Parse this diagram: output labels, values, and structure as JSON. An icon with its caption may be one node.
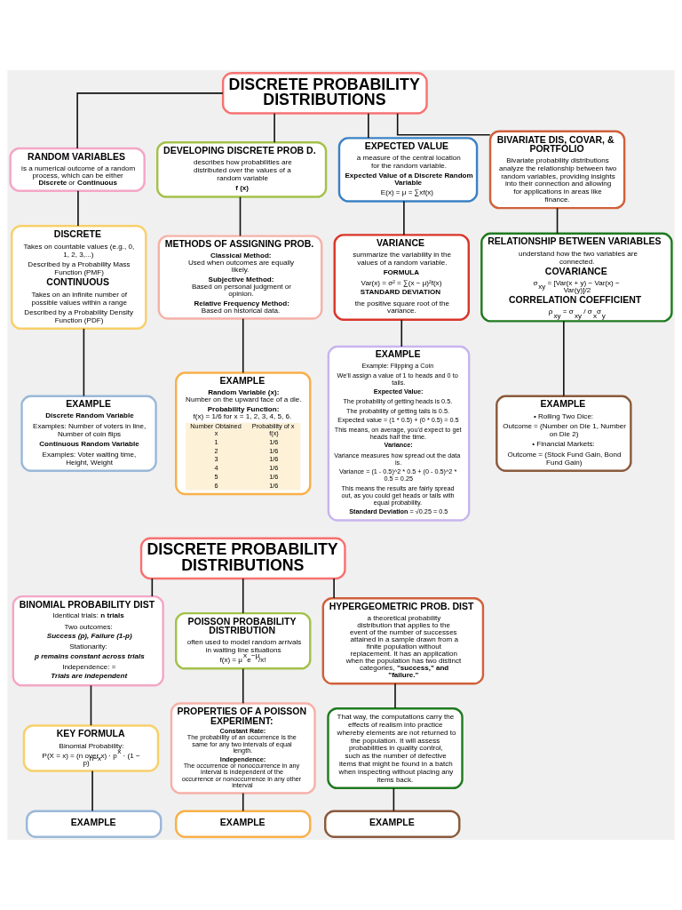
{
  "diagram": {
    "nodes": [
      {
        "text": [
          "DISCRETE PROBABILITY DISTRIBUTIONS"
        ]
      },
      {
        "text": [
          "RANDOM VARIABLES",
          "is a numerical outcome of a random process, which can be either **Discrete** or **Continuous**"
        ]
      },
      {
        "text": [
          "DEVELOPING DISCRETE PROB D.",
          "describes how probabilities are distributed over the values of a random variable",
          "**f (x)**"
        ]
      },
      {
        "text": [
          "EXPECTED VALUE",
          "a measure of the central location for the random variable.",
          "**Expected Value of a Discrete Random Variable**",
          "E(x) = μ = ∑xf(x)"
        ]
      },
      {
        "text": [
          "BIVARIATE DIS, COVAR, & PORTFOLIO",
          "Bivariate probability distributions analyze the relationship between two random variables, providing insights into their connection and allowing for applications in areas like finance."
        ]
      },
      {
        "text": [
          "DISCRETE",
          "Takes on countable values (e.g., 0, 1, 2, 3,...)",
          "Described by a Probability Mass Function (PMF)",
          "CONTINUOUS",
          "Takes on an infinite number of possible values within a range",
          "Described by a Probability Density Function (PDF)"
        ]
      },
      {
        "text": [
          "METHODS OF ASSIGNING PROB.",
          "**Classical Method:** Used when outcomes are equally likely.",
          "**Subjective Method:** Based on personal judgment or opinion.",
          "**Relative Frequency Method:** Based on historical data."
        ]
      },
      {
        "text": [
          "VARIANCE",
          "summarize the variability in the values of a random variable.",
          "**FORMULA**",
          "Var(x) = σ² = ∑(x − μ)²f(x)",
          "**STANDARD DEVIATION**",
          "the positive square root of the variance."
        ]
      },
      {
        "text": [
          "RELATIONSHIP BETWEEN VARIABLES",
          "understand how the two variables are connected.",
          "COVARIANCE",
          "σ$_{xy}$ = [Var(x + y) − Var(x) − Var(y)]/2",
          "CORRELATION COEFFICIENT",
          "ρ$_{xy}$ = σ$_{xy}$ / σ$_{x}$σ$_{y}$"
        ]
      },
      {
        "text": [
          "EXAMPLE",
          "**Discrete Random Variable**",
          "Examples: Number of voters in line, Number of coin flips",
          "**Continuous Random Variable**",
          "Examples: Voter waiting time, Height, Weight"
        ]
      },
      {
        "text": [
          "EXAMPLE",
          "**Random Variable (x):** Number on the upward face of a die.",
          "**Probability Function:** f(x) = 1/6 for x = 1, 2, 3, 4, 5, 6.",
          "Number Obtained x",
          "Probability of x f(x)",
          "1",
          "1/6",
          "2",
          "1/6",
          "3",
          "1/6",
          "4",
          "1/6",
          "5",
          "1/6",
          "6",
          "1/6"
        ]
      },
      {
        "text": [
          "EXAMPLE",
          "Example: Flipping a Coin",
          "We'll assign a value of 1 to heads and 0 to tails.",
          "**Expected Value:**",
          "The probability of getting heads is 0.5.",
          "The probability of getting tails is 0.5.",
          "Expected value = (1 * 0.5) + (0 * 0.5) = 0.5",
          "This means, on average, you'd expect to get heads half the time.",
          "**Variance:**",
          "Variance measures how spread out the data is.",
          "Variance = (1 - 0.5)^2 * 0.5 + (0 - 0.5)^2 * 0.5 = 0.25",
          "This means the results are fairly spread out, as you could get heads or tails with equal probability.",
          "**Standard Deviation** = √0.25 = 0.5"
        ]
      },
      {
        "text": [
          "EXAMPLE",
          "• Rolling Two Dice:",
          "Outcome = (Number on Die 1, Number on Die 2)",
          "• Financial Markets:",
          "Outcome = (Stock Fund Gain, Bond Fund Gain)"
        ]
      },
      {
        "text": [
          "DISCRETE PROBABILITY DISTRIBUTIONS"
        ]
      },
      {
        "text": [
          "BINOMIAL PROBABILITY DIST",
          "Identical trials: **n trials**",
          "Two outcomes:",
          "Success (p), Failure (1-p)",
          "Stationarity:",
          "p remains constant across trials",
          "Independence: =",
          "Trials are independent"
        ]
      },
      {
        "text": [
          "POISSON PROBABILITY DISTRIBUTION",
          "often used to model random arrivals in waiting line situations",
          "f(x) = μ$^{x}$e$^{−μ}$/x!"
        ]
      },
      {
        "text": [
          "HYPERGEOMETRIC PROB. DIST",
          "a theoretical probability distribution that applies to the event of the number of successes attained in a sample drawn from a finite population without replacement. It has an application when the population has two distinct categories, **\"success,\" and \"failure.\"**"
        ]
      },
      {
        "text": [
          "KEY FORMULA",
          "Binomial Probability:",
          "P(X = x) = (n over x) · p$^{x}$ · (1 − p)$^{n−x}$"
        ]
      },
      {
        "text": [
          "PROPERTIES OF A POISSON EXPERIMENT:",
          "**Constant Rate:** The probability of an occurrence is the same for any two intervals of equal length.",
          "**Independence:** The occurrence or nonoccurrence in any interval is independent of the occurrence or nonoccurrence in any other interval"
        ]
      },
      {
        "text": [
          "That way, the computations carry the effects of realism into practice whereby elements are not returned to the population. It will assess probabilities in quality control, such as the number of defective items that might be found in a batch when inspecting without placing any items back."
        ]
      },
      {
        "text": [
          "EXAMPLE"
        ]
      },
      {
        "text": [
          "EXAMPLE"
        ]
      },
      {
        "text": [
          "EXAMPLE"
        ]
      }
    ],
    "edges": [
      {
        "from": 0,
        "to": 1,
        "arrow": "none"
      },
      {
        "from": 0,
        "to": 2,
        "arrow": "none"
      },
      {
        "from": 0,
        "to": 3,
        "arrow": "none"
      },
      {
        "from": 0,
        "to": 4,
        "arrow": "none"
      },
      {
        "from": 1,
        "to": 5,
        "arrow": "none"
      },
      {
        "from": 2,
        "to": 6,
        "arrow": "none"
      },
      {
        "from": 3,
        "to": 7,
        "arrow": "none"
      },
      {
        "from": 4,
        "to": 8,
        "arrow": "none"
      },
      {
        "from": 5,
        "to": 9,
        "arrow": "none"
      },
      {
        "from": 6,
        "to": 10,
        "arrow": "none"
      },
      {
        "from": 7,
        "to": 11,
        "arrow": "none"
      },
      {
        "from": 8,
        "to": 12,
        "arrow": "none"
      },
      {
        "from": 13,
        "to": 14,
        "arrow": "none"
      },
      {
        "from": 13,
        "to": 15,
        "arrow": "none"
      },
      {
        "from": 13,
        "to": 16,
        "arrow": "none"
      },
      {
        "from": 14,
        "to": 17,
        "arrow": "none"
      },
      {
        "from": 15,
        "to": 18,
        "arrow": "none"
      },
      {
        "from": 16,
        "to": 19,
        "arrow": "none"
      },
      {
        "from": 17,
        "to": 20,
        "arrow": "none"
      },
      {
        "from": 18,
        "to": 21,
        "arrow": "none"
      },
      {
        "from": 19,
        "to": 22,
        "arrow": "none"
      }
    ]
  }
}
